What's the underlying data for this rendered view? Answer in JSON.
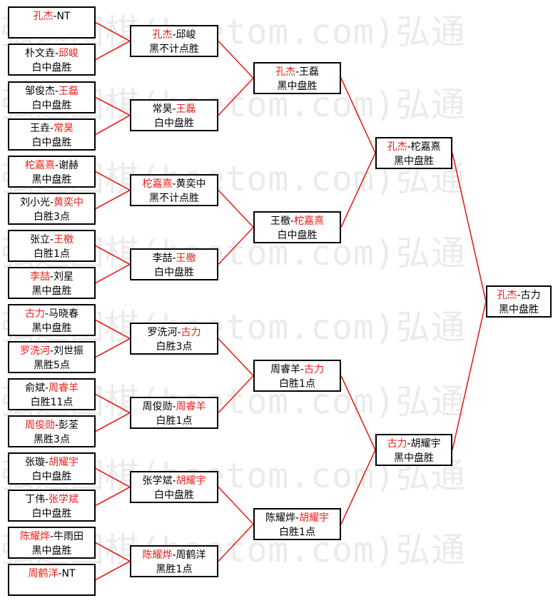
{
  "watermark": "弘通围棋(hoetom.com)弘通",
  "bracket": {
    "round1": [
      {
        "a": "孔杰",
        "b": "NT",
        "winner": "a",
        "result": ""
      },
      {
        "a": "朴文垚",
        "b": "邱峻",
        "winner": "b",
        "result": "白中盘胜"
      },
      {
        "a": "邹俊杰",
        "b": "王磊",
        "winner": "b",
        "result": "白中盘胜"
      },
      {
        "a": "王垚",
        "b": "常昊",
        "winner": "b",
        "result": "白中盘胜"
      },
      {
        "a": "柁嘉熹",
        "b": "谢赫",
        "winner": "a",
        "result": "黑中盘胜"
      },
      {
        "a": "刘小光",
        "b": "黄奕中",
        "winner": "b",
        "result": "白胜3点"
      },
      {
        "a": "张立",
        "b": "王檄",
        "winner": "b",
        "result": "白胜1点"
      },
      {
        "a": "李喆",
        "b": "刘星",
        "winner": "a",
        "result": "黑中盘胜"
      },
      {
        "a": "古力",
        "b": "马晓春",
        "winner": "a",
        "result": "黑中盘胜"
      },
      {
        "a": "罗洗河",
        "b": "刘世振",
        "winner": "a",
        "result": "黑胜5点"
      },
      {
        "a": "俞斌",
        "b": "周睿羊",
        "winner": "b",
        "result": "白胜11点"
      },
      {
        "a": "周俊勋",
        "b": "彭荃",
        "winner": "a",
        "result": "黑胜3点"
      },
      {
        "a": "张璇",
        "b": "胡耀宇",
        "winner": "b",
        "result": "白中盘胜"
      },
      {
        "a": "丁伟",
        "b": "张学斌",
        "winner": "b",
        "result": "白中盘胜"
      },
      {
        "a": "陈耀烨",
        "b": "牛雨田",
        "winner": "a",
        "result": "黑中盘胜"
      },
      {
        "a": "周鹤洋",
        "b": "NT",
        "winner": "a",
        "result": ""
      }
    ],
    "round2": [
      {
        "a": "孔杰",
        "b": "邱峻",
        "winner": "a",
        "result": "黑不计点胜"
      },
      {
        "a": "常昊",
        "b": "王磊",
        "winner": "b",
        "result": "白中盘胜"
      },
      {
        "a": "柁嘉熹",
        "b": "黄奕中",
        "winner": "a",
        "result": "黑不计点胜"
      },
      {
        "a": "李喆",
        "b": "王檄",
        "winner": "b",
        "result": "白中盘胜"
      },
      {
        "a": "罗洗河",
        "b": "古力",
        "winner": "b",
        "result": "白胜3点"
      },
      {
        "a": "周俊勋",
        "b": "周睿羊",
        "winner": "b",
        "result": "白胜1点"
      },
      {
        "a": "张学斌",
        "b": "胡耀宇",
        "winner": "b",
        "result": "白中盘胜"
      },
      {
        "a": "陈耀烨",
        "b": "周鹤洋",
        "winner": "a",
        "result": "黑胜1点"
      }
    ],
    "round3": [
      {
        "a": "孔杰",
        "b": "王磊",
        "winner": "a",
        "result": "黑中盘胜"
      },
      {
        "a": "王檄",
        "b": "柁嘉熹",
        "winner": "b",
        "result": "白中盘胜"
      },
      {
        "a": "周睿羊",
        "b": "古力",
        "winner": "b",
        "result": "白胜1点"
      },
      {
        "a": "陈耀烨",
        "b": "胡耀宇",
        "winner": "b",
        "result": "白胜1点"
      }
    ],
    "round4": [
      {
        "a": "孔杰",
        "b": "柁嘉熹",
        "winner": "a",
        "result": "黑中盘胜"
      },
      {
        "a": "古力",
        "b": "胡耀宇",
        "winner": "a",
        "result": "黑中盘胜"
      }
    ],
    "round5": [
      {
        "a": "孔杰",
        "b": "古力",
        "winner": "a",
        "result": "黑中盘胜"
      }
    ],
    "separator": "-"
  },
  "colors": {
    "winner": "#e8221b",
    "text": "#000000",
    "connector": "#e8221b",
    "border": "#000000"
  }
}
